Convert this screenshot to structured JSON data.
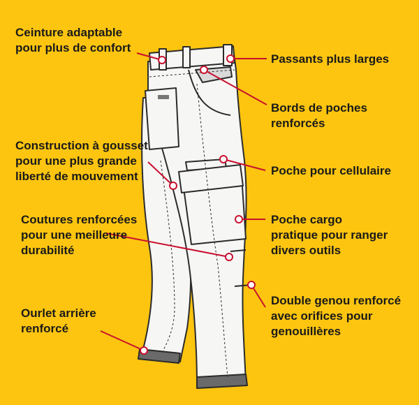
{
  "colors": {
    "background": "#FDC50F",
    "leader_line": "#C8102E",
    "garment_fill": "#F6F6F4",
    "garment_outline": "#2b2b2b",
    "hem_band": "#6a6a6a",
    "label_text": "#1a1a1a"
  },
  "illustration": {
    "icon": "work-pants-icon"
  },
  "callouts": [
    {
      "id": "waistband",
      "lines": [
        "Ceinture adaptable",
        "pour plus de confort"
      ]
    },
    {
      "id": "belt-loops",
      "lines": [
        "Passants plus larges"
      ]
    },
    {
      "id": "pocket-edges",
      "lines": [
        "Bords de poches",
        "renforcés"
      ]
    },
    {
      "id": "gusset",
      "lines": [
        "Construction à gousset",
        "pour une plus grande",
        "liberté de mouvement"
      ]
    },
    {
      "id": "phone-pocket",
      "lines": [
        "Poche pour cellulaire"
      ]
    },
    {
      "id": "seams",
      "lines": [
        "Coutures renforcées",
        "pour une meilleure",
        "durabilité"
      ]
    },
    {
      "id": "cargo-pocket",
      "lines": [
        "Poche cargo",
        "pratique pour ranger",
        "divers outils"
      ]
    },
    {
      "id": "double-knee",
      "lines": [
        "Double genou renforcé",
        "avec orifices pour",
        "genouillères"
      ]
    },
    {
      "id": "hem",
      "lines": [
        "Ourlet arrière",
        "renforcé"
      ]
    }
  ]
}
